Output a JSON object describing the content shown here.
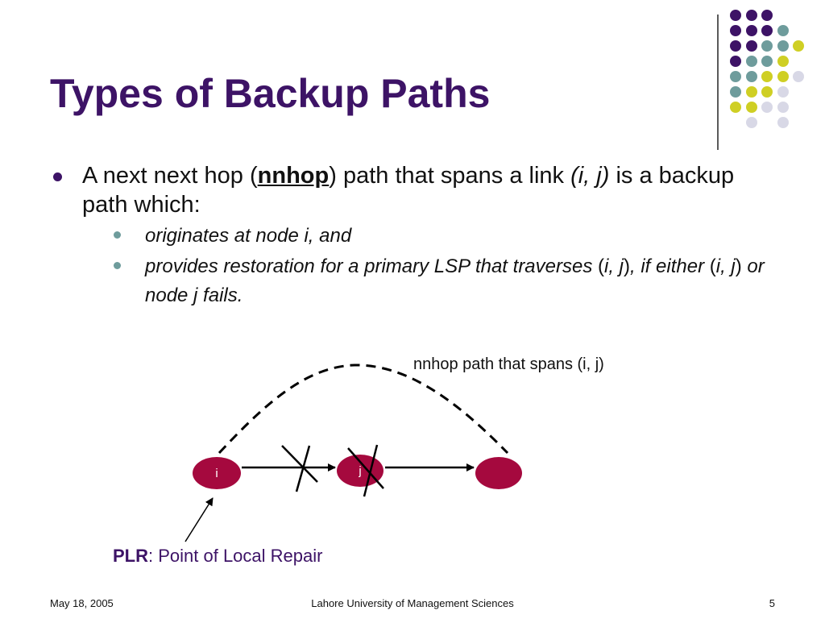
{
  "colors": {
    "title": "#3d1366",
    "bullet1": "#3d1366",
    "bullet2": "#6e9c9c",
    "node": "#a5093e",
    "plr": "#3d1366",
    "purple": "#3d1366",
    "teal": "#6e9c9c",
    "olive": "#cfcf24",
    "lavender": "#d8d8e6"
  },
  "slide": {
    "title": "Types of Backup Paths",
    "bullet": {
      "pre": "A next next hop (",
      "keyword": "nnhop",
      "mid": ") path that spans a link ",
      "link": "(i, j)",
      "post": " is a backup path which:"
    },
    "sub_bullets": {
      "first": "originates at node i, and",
      "second": {
        "a": "provides restoration for a primary LSP that traverses ",
        "p1": "(",
        "ij1": "i, j",
        "p2": ")",
        "b": ", if either ",
        "p3": "(",
        "ij2": "i, j",
        "p4": ")",
        "c": " or node j fails."
      }
    }
  },
  "diagram": {
    "nodes": [
      {
        "label": "i"
      },
      {
        "label": "j"
      },
      {
        "label": ""
      }
    ],
    "path_label": "nnhop path that spans (i, j)",
    "plr_abbr": "PLR",
    "plr_text": ": Point of Local Repair"
  },
  "footer": {
    "date": "May 18, 2005",
    "org": "Lahore University of Management Sciences",
    "page": "5"
  }
}
